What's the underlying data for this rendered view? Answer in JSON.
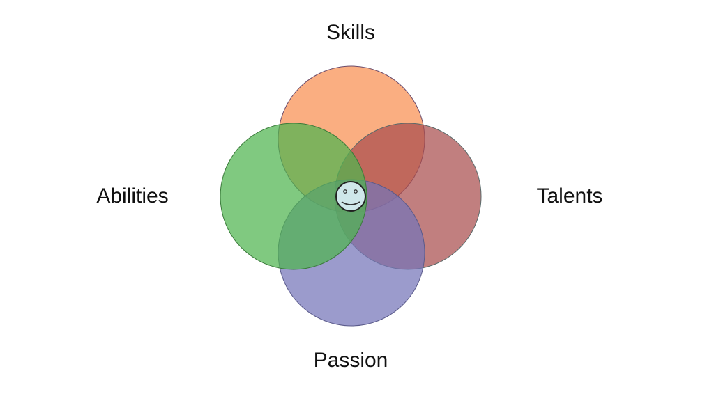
{
  "labels": {
    "top": "Skills",
    "right": "Talents",
    "bottom": "Passion",
    "left": "Abilities"
  },
  "center_icon": "smiley-face-icon",
  "colors": {
    "skills": "#f99a62",
    "talents": "#a94e4e",
    "passion": "#7475b8",
    "abilities": "#4fb44f",
    "smiley_fill": "#cfe7ea"
  }
}
